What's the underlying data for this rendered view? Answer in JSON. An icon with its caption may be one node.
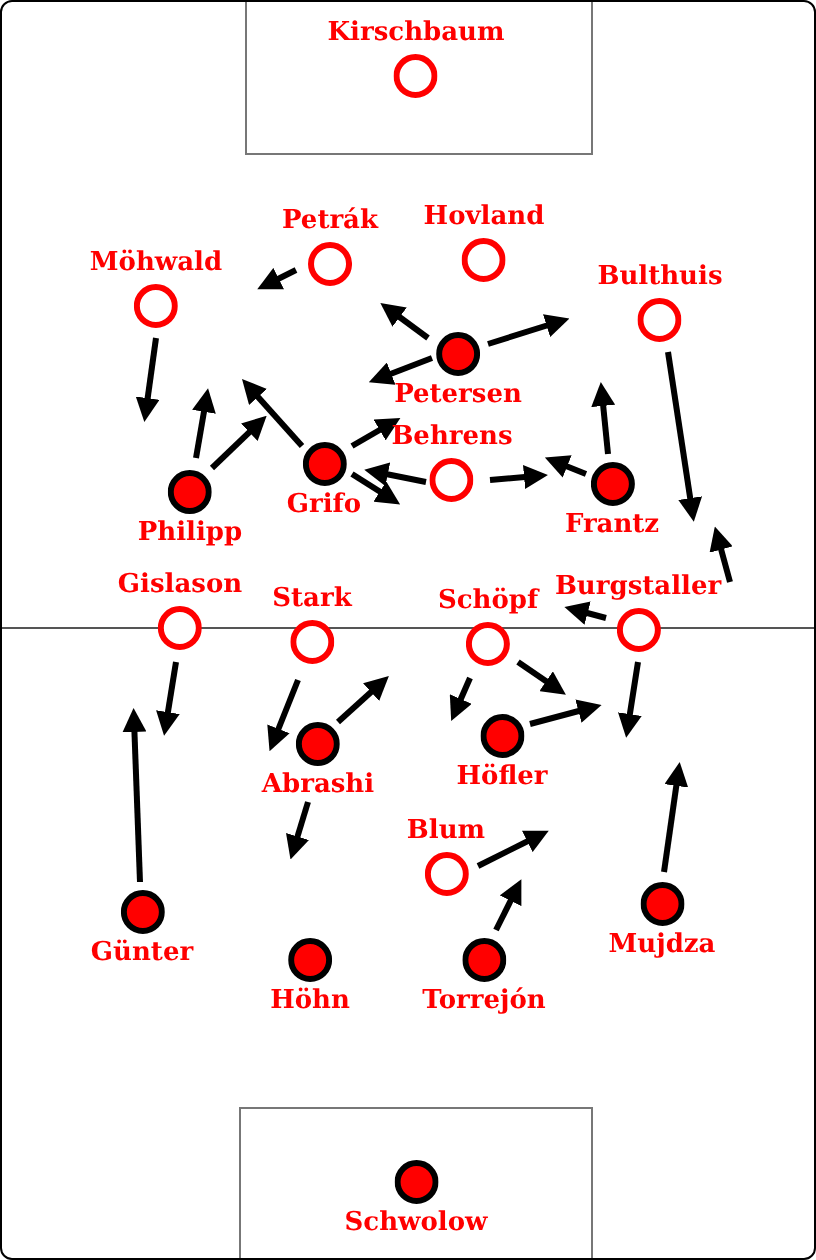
{
  "diagram": {
    "nodes": [
      {
        "text": [
          "Kirschbaum"
        ]
      },
      {
        "text": [
          "Petrák"
        ]
      },
      {
        "text": [
          "Hovland"
        ]
      },
      {
        "text": [
          "Möhwald"
        ]
      },
      {
        "text": [
          "Bulthuis"
        ]
      },
      {
        "text": [
          "Petersen"
        ]
      },
      {
        "text": [
          "Behrens"
        ]
      },
      {
        "text": [
          "Grifo"
        ]
      },
      {
        "text": [
          "Philipp"
        ]
      },
      {
        "text": [
          "Frantz"
        ]
      },
      {
        "text": [
          "Gislason"
        ]
      },
      {
        "text": [
          "Stark"
        ]
      },
      {
        "text": [
          "Schöpf"
        ]
      },
      {
        "text": [
          "Burgstaller"
        ]
      },
      {
        "text": [
          "Abrashi"
        ]
      },
      {
        "text": [
          "Höfler"
        ]
      },
      {
        "text": [
          "Blum"
        ]
      },
      {
        "text": [
          "Günter"
        ]
      },
      {
        "text": [
          "Mujdza"
        ]
      },
      {
        "text": [
          "Höhn"
        ]
      },
      {
        "text": [
          "Torrejón"
        ]
      },
      {
        "text": [
          "Schwolow"
        ]
      }
    ]
  }
}
